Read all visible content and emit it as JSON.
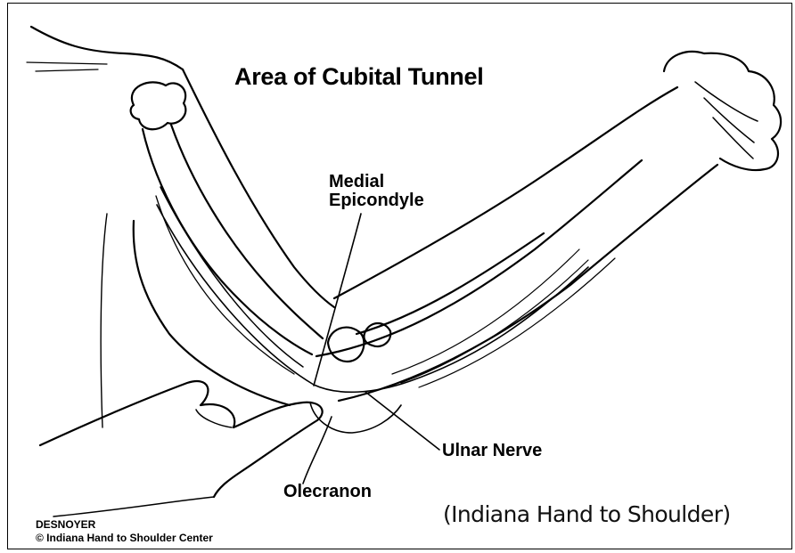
{
  "figure": {
    "title": "Area of Cubital Tunnel",
    "labels": {
      "medial_epicondyle_line1": "Medial",
      "medial_epicondyle_line2": "Epicondyle",
      "ulnar_nerve": "Ulnar Nerve",
      "olecranon": "Olecranon"
    },
    "credit": {
      "artist": "DESNOYER",
      "copyright": "© Indiana Hand to Shoulder Center"
    },
    "source_note": "(Indiana Hand to Shoulder)"
  }
}
